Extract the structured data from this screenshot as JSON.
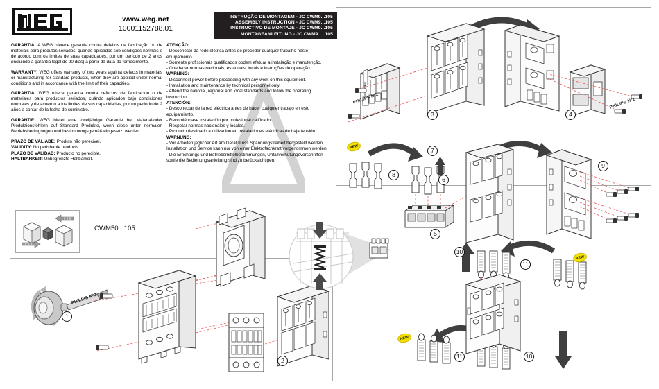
{
  "header": {
    "logo_alt": "WEG",
    "url": "www.weg.net",
    "doc_code": "10001152788.01",
    "titles": [
      "INSTRUÇÃO DE MONTAGEM - JC CWM9...105",
      "ASSEMBLY INSTRUCTION - JC CWM9...105",
      "INSTRUCTIVO DE MONTAJE - JC CWM9...105",
      "MONTAGEANLEITUNG - JC CWM9 ... 105"
    ]
  },
  "warranty": {
    "pt_label": "GARANTIA:",
    "pt_text": " A WEG oferece garantia contra defeitos de fabricação ou de materiais para produtos seriados, quando aplicados sob condições normais e de acordo com os limites de suas capacidades, por um período de 2 anos (incluindo a garantia legal de 90 dias) a partir da data do fornecimento.",
    "en_label": "WARRANTY:",
    "en_text": " WEG offers warranty of two years against defects in materials or manufacturing for standard products, when they are applied under normal conditions and in accordance with the limit of their capacities.",
    "es_label": "GARANTIA:",
    "es_text": " WEG ofrece garantia contra defectos de fabricación o de materiales para productos seriados, cuándo aplicados bajo condiciones normales y de acuerdo a los limites de sus capacidades, por un período de 2 años a contar de la fecha de suministro.",
    "de_label": "GARANTIE:",
    "de_text": " WEG bietet eine zweijährige  Garantie bei Material-oder Produktionsfehlern auf Standard Produkte, wenn diese unter normalen Betriebsbedingungen und bestimmungsgemäß eingesetzt werden.",
    "validity": [
      {
        "label": "PRAZO DE VALIADE:",
        "text": " Produto não perecivel."
      },
      {
        "label": "VALIDITY:",
        "text": " No perishable products."
      },
      {
        "label": "PLAZO DE VALIDAD:",
        "text": " Producto no perecible."
      },
      {
        "label": "HALTBARKEIT:",
        "text": " Unbegrenzte Haltbarkeit."
      }
    ]
  },
  "warnings": {
    "pt_label": "ATENÇÃO:",
    "pt_items": [
      "- Desconecte da rede elétrica antes de proceder qualquer trabalho neste equipamento.",
      "- Somente profissionais qualificados podem efetuar a instalação e manutenção.",
      "- Obedecer normas nacionais, estaduais, locais e instruções de operação."
    ],
    "en_label": "WARNING:",
    "en_items": [
      "- Disconnect power before proceeding with any work on this equipment.",
      "- Installation and maintenance by technical personnel only.",
      "- Attend the national, regional and local standards and follow the operating instruction."
    ],
    "es_label": "ATENCIÓN:",
    "es_items": [
      "- Desconectar de la red eléctrica antes de hacer cualquier trabajo en esto equipamiento.",
      "- Recomiéndase instalación por profesional calificado.",
      "- Respetar normas nacionales y locales.",
      "- Producto destinado a utilización en instalaciones eléctricas de baja tensión."
    ],
    "de_label": "WARNUNG:",
    "de_items": [
      "- Vor Arbeiten jeglicher Art am Gerät muss Spannungsfreiheit hergestellt werden. Installation und Service kann nur von einer Elektrofachkraft vorgenommen werden.",
      "- Die Errichtungs-und Betriebsmittelbestimmungen, Unfallverhütungsvorschriften sowie die Bedienungsanleitung sind zu berücksichtigen."
    ]
  },
  "diagram": {
    "model_label": "CWM50...105",
    "tool_labels": {
      "philips": "PHILIPS Nº2"
    },
    "new_badge_label": "NEW",
    "steps": [
      "1",
      "2",
      "3",
      "4",
      "5",
      "6",
      "7",
      "8",
      "9",
      "10",
      "11"
    ]
  },
  "colors": {
    "title_bg": "#231f20",
    "new_badge": "#f5e003",
    "dashed_guide": "#e8534f",
    "panel_border": "#a8a8a8",
    "part_fill": "#ffffff",
    "arrow_dark": "#3a3a3a",
    "shade": "#d9d9d9"
  }
}
